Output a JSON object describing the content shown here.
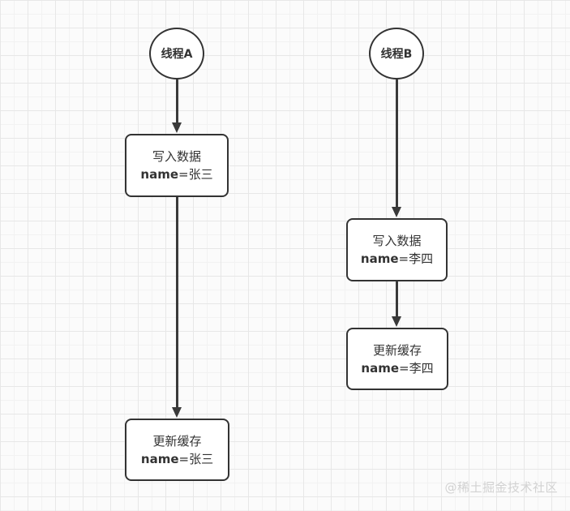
{
  "threads": {
    "a": {
      "label": "线程A",
      "step1": {
        "title": "写入数据",
        "var": "name",
        "assign": "=张三"
      },
      "step2": {
        "title": "更新缓存",
        "var": "name",
        "assign": "=张三"
      }
    },
    "b": {
      "label": "线程B",
      "step1": {
        "title": "写入数据",
        "var": "name",
        "assign": "=李四"
      },
      "step2": {
        "title": "更新缓存",
        "var": "name",
        "assign": "=李四"
      }
    }
  },
  "watermark": "@稀土掘金技术社区",
  "colors": {
    "stroke": "#333333",
    "node_fill": "#ffffff",
    "grid_minor": "#f2f2f2",
    "grid_major": "#e7e7e7",
    "watermark": "#d2d2d2"
  }
}
